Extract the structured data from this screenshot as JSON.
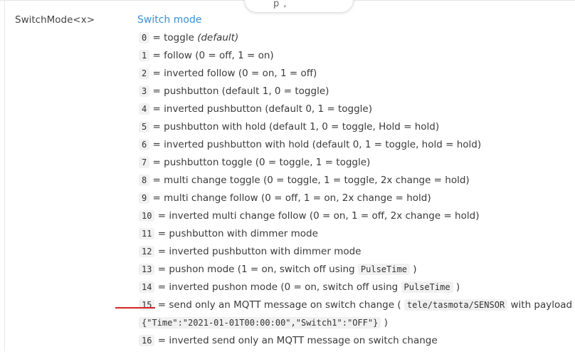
{
  "search_tab": {
    "text": "p ,"
  },
  "command": {
    "name": "SwitchMode<x>",
    "title": "Switch mode",
    "options": [
      {
        "code": "0",
        "text": "= toggle ",
        "suffix_italic": "(default)"
      },
      {
        "code": "1",
        "text": "= follow (0 = off, 1 = on)"
      },
      {
        "code": "2",
        "text": "= inverted follow (0 = on, 1 = off)"
      },
      {
        "code": "3",
        "text": "= pushbutton (default 1, 0 = toggle)"
      },
      {
        "code": "4",
        "text": "= inverted pushbutton (default 0, 1 = toggle)"
      },
      {
        "code": "5",
        "text": "= pushbutton with hold (default 1, 0 = toggle, Hold = hold)"
      },
      {
        "code": "6",
        "text": "= inverted pushbutton with hold (default 0, 1 = toggle, hold = hold)"
      },
      {
        "code": "7",
        "text": "= pushbutton toggle (0 = toggle, 1 = toggle)"
      },
      {
        "code": "8",
        "text": "= multi change toggle (0 = toggle, 1 = toggle, 2x change = hold)"
      },
      {
        "code": "9",
        "text": "= multi change follow (0 = off, 1 = on, 2x change = hold)"
      },
      {
        "code": "10",
        "text": "= inverted multi change follow (0 = on, 1 = off, 2x change = hold)"
      },
      {
        "code": "11",
        "text": "= pushbutton with dimmer mode"
      },
      {
        "code": "12",
        "text": "= inverted pushbutton with dimmer mode"
      },
      {
        "code": "13",
        "text": "= pushon mode (1 = on, switch off using ",
        "code2": "PulseTime",
        "after": ")"
      },
      {
        "code": "14",
        "text": "= inverted pushon mode (0 = on, switch off using ",
        "code2": "PulseTime",
        "after": ")"
      },
      {
        "code": "15",
        "text": "= send only an MQTT message on switch change (",
        "code2": "tele/tasmota/SENSOR",
        "after": "with payload"
      },
      {
        "code_only": "{\"Time\":\"2021-01-01T00:00:00\",\"Switch1\":\"OFF\"}",
        "after": ")"
      },
      {
        "code": "16",
        "text": "= inverted send only an MQTT message on switch change"
      }
    ]
  },
  "colors": {
    "link": "#3a8fd6",
    "annotation_line": "#d42424",
    "code_bg": "#f1f1f1"
  }
}
